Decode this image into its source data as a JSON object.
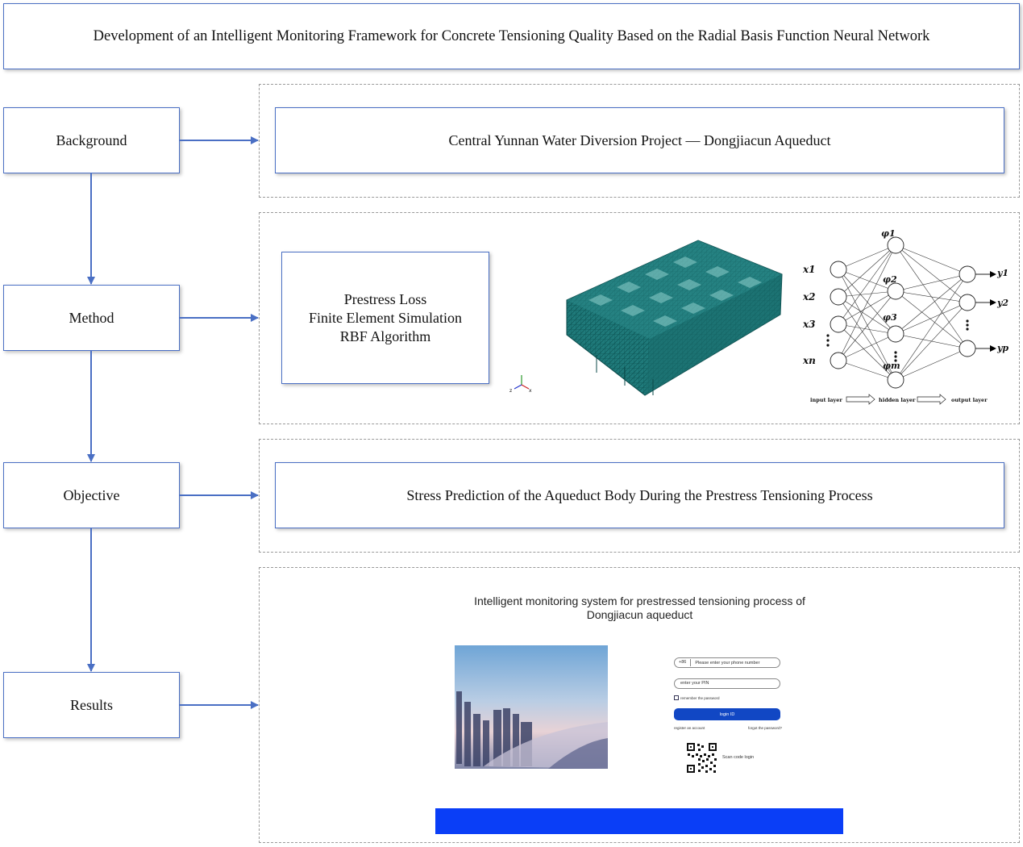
{
  "title": "Development of an Intelligent Monitoring Framework for Concrete Tensioning Quality Based on the Radial Basis Function Neural Network",
  "stages": [
    {
      "label": "Background"
    },
    {
      "label": "Method"
    },
    {
      "label": "Objective"
    },
    {
      "label": "Results"
    }
  ],
  "background_panel": {
    "text": "Central Yunnan Water Diversion Project — Dongjiacun Aqueduct"
  },
  "method_panel": {
    "lines": [
      "Prestress Loss",
      "Finite Element Simulation",
      "RBF Algorithm"
    ],
    "fem_axes": {
      "z": "z",
      "x": "x"
    },
    "network": {
      "inputs": [
        "x1",
        "x2",
        "x3",
        "xn"
      ],
      "hidden": [
        "φ1",
        "φ2",
        "φ3",
        "φm"
      ],
      "outputs": [
        "y1",
        "y2",
        "yp"
      ],
      "layer_labels": [
        "input layer",
        "hidden layer",
        "output layer"
      ]
    }
  },
  "objective_panel": {
    "text": "Stress Prediction of the Aqueduct Body During the Prestress Tensioning Process"
  },
  "results_panel": {
    "system_title_line1": "Intelligent monitoring system for prestressed tensioning process of",
    "system_title_line2": "Dongjiacun aqueduct",
    "phone_code": "+86",
    "phone_placeholder": "Please enter your phone number",
    "pin_placeholder": "enter your PIN",
    "remember_label": "remember the password",
    "login_label": "login ID",
    "register_label": "register an account",
    "forgot_label": "forgot the password?",
    "scan_label": "Scan code login"
  },
  "colors": {
    "box_border": "#4a6fc4",
    "arrow": "#4a6fc4",
    "login_button": "#1147c4",
    "bottom_bar": "#0a3ef7"
  }
}
